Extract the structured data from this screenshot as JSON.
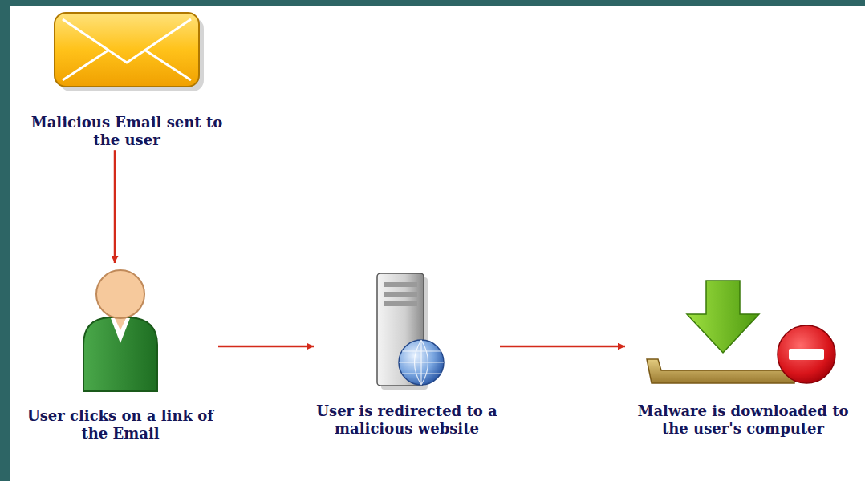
{
  "diagram": {
    "nodes": [
      {
        "text": [
          "Malicious Email sent to the user"
        ]
      },
      {
        "text": [
          "User clicks on a link of the Email"
        ]
      },
      {
        "text": [
          "User is redirected to a malicious website"
        ]
      },
      {
        "text": [
          "Malware is downloaded to the user's computer"
        ]
      }
    ],
    "edges": [
      {
        "from": 0,
        "to": 1,
        "arrow": "to"
      },
      {
        "from": 1,
        "to": 2,
        "arrow": "to"
      },
      {
        "from": 2,
        "to": 3,
        "arrow": "to"
      }
    ]
  }
}
